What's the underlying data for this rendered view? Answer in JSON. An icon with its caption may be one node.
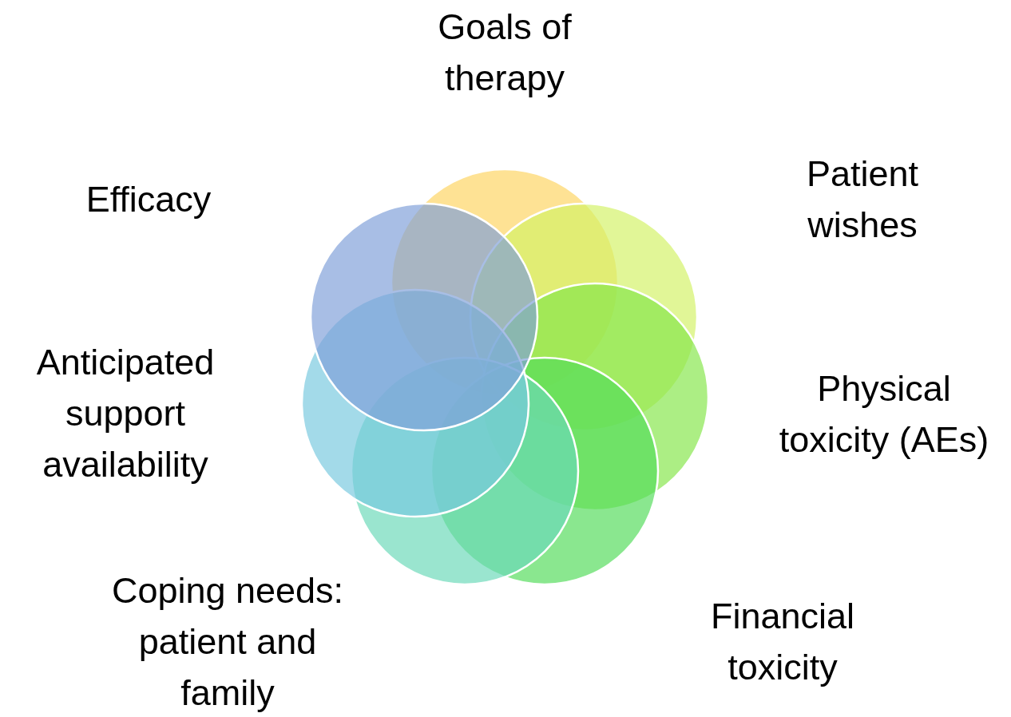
{
  "diagram": {
    "nodes": [
      {
        "text": [
          "Goals of therapy"
        ]
      },
      {
        "text": [
          "Patient wishes"
        ]
      },
      {
        "text": [
          "Efficacy"
        ]
      },
      {
        "text": [
          "Anticipated support availability"
        ]
      },
      {
        "text": [
          "Physical toxicity (AEs)"
        ]
      },
      {
        "text": [
          "Coping needs: patient and family"
        ]
      },
      {
        "text": [
          "Financial toxicity"
        ]
      }
    ]
  }
}
